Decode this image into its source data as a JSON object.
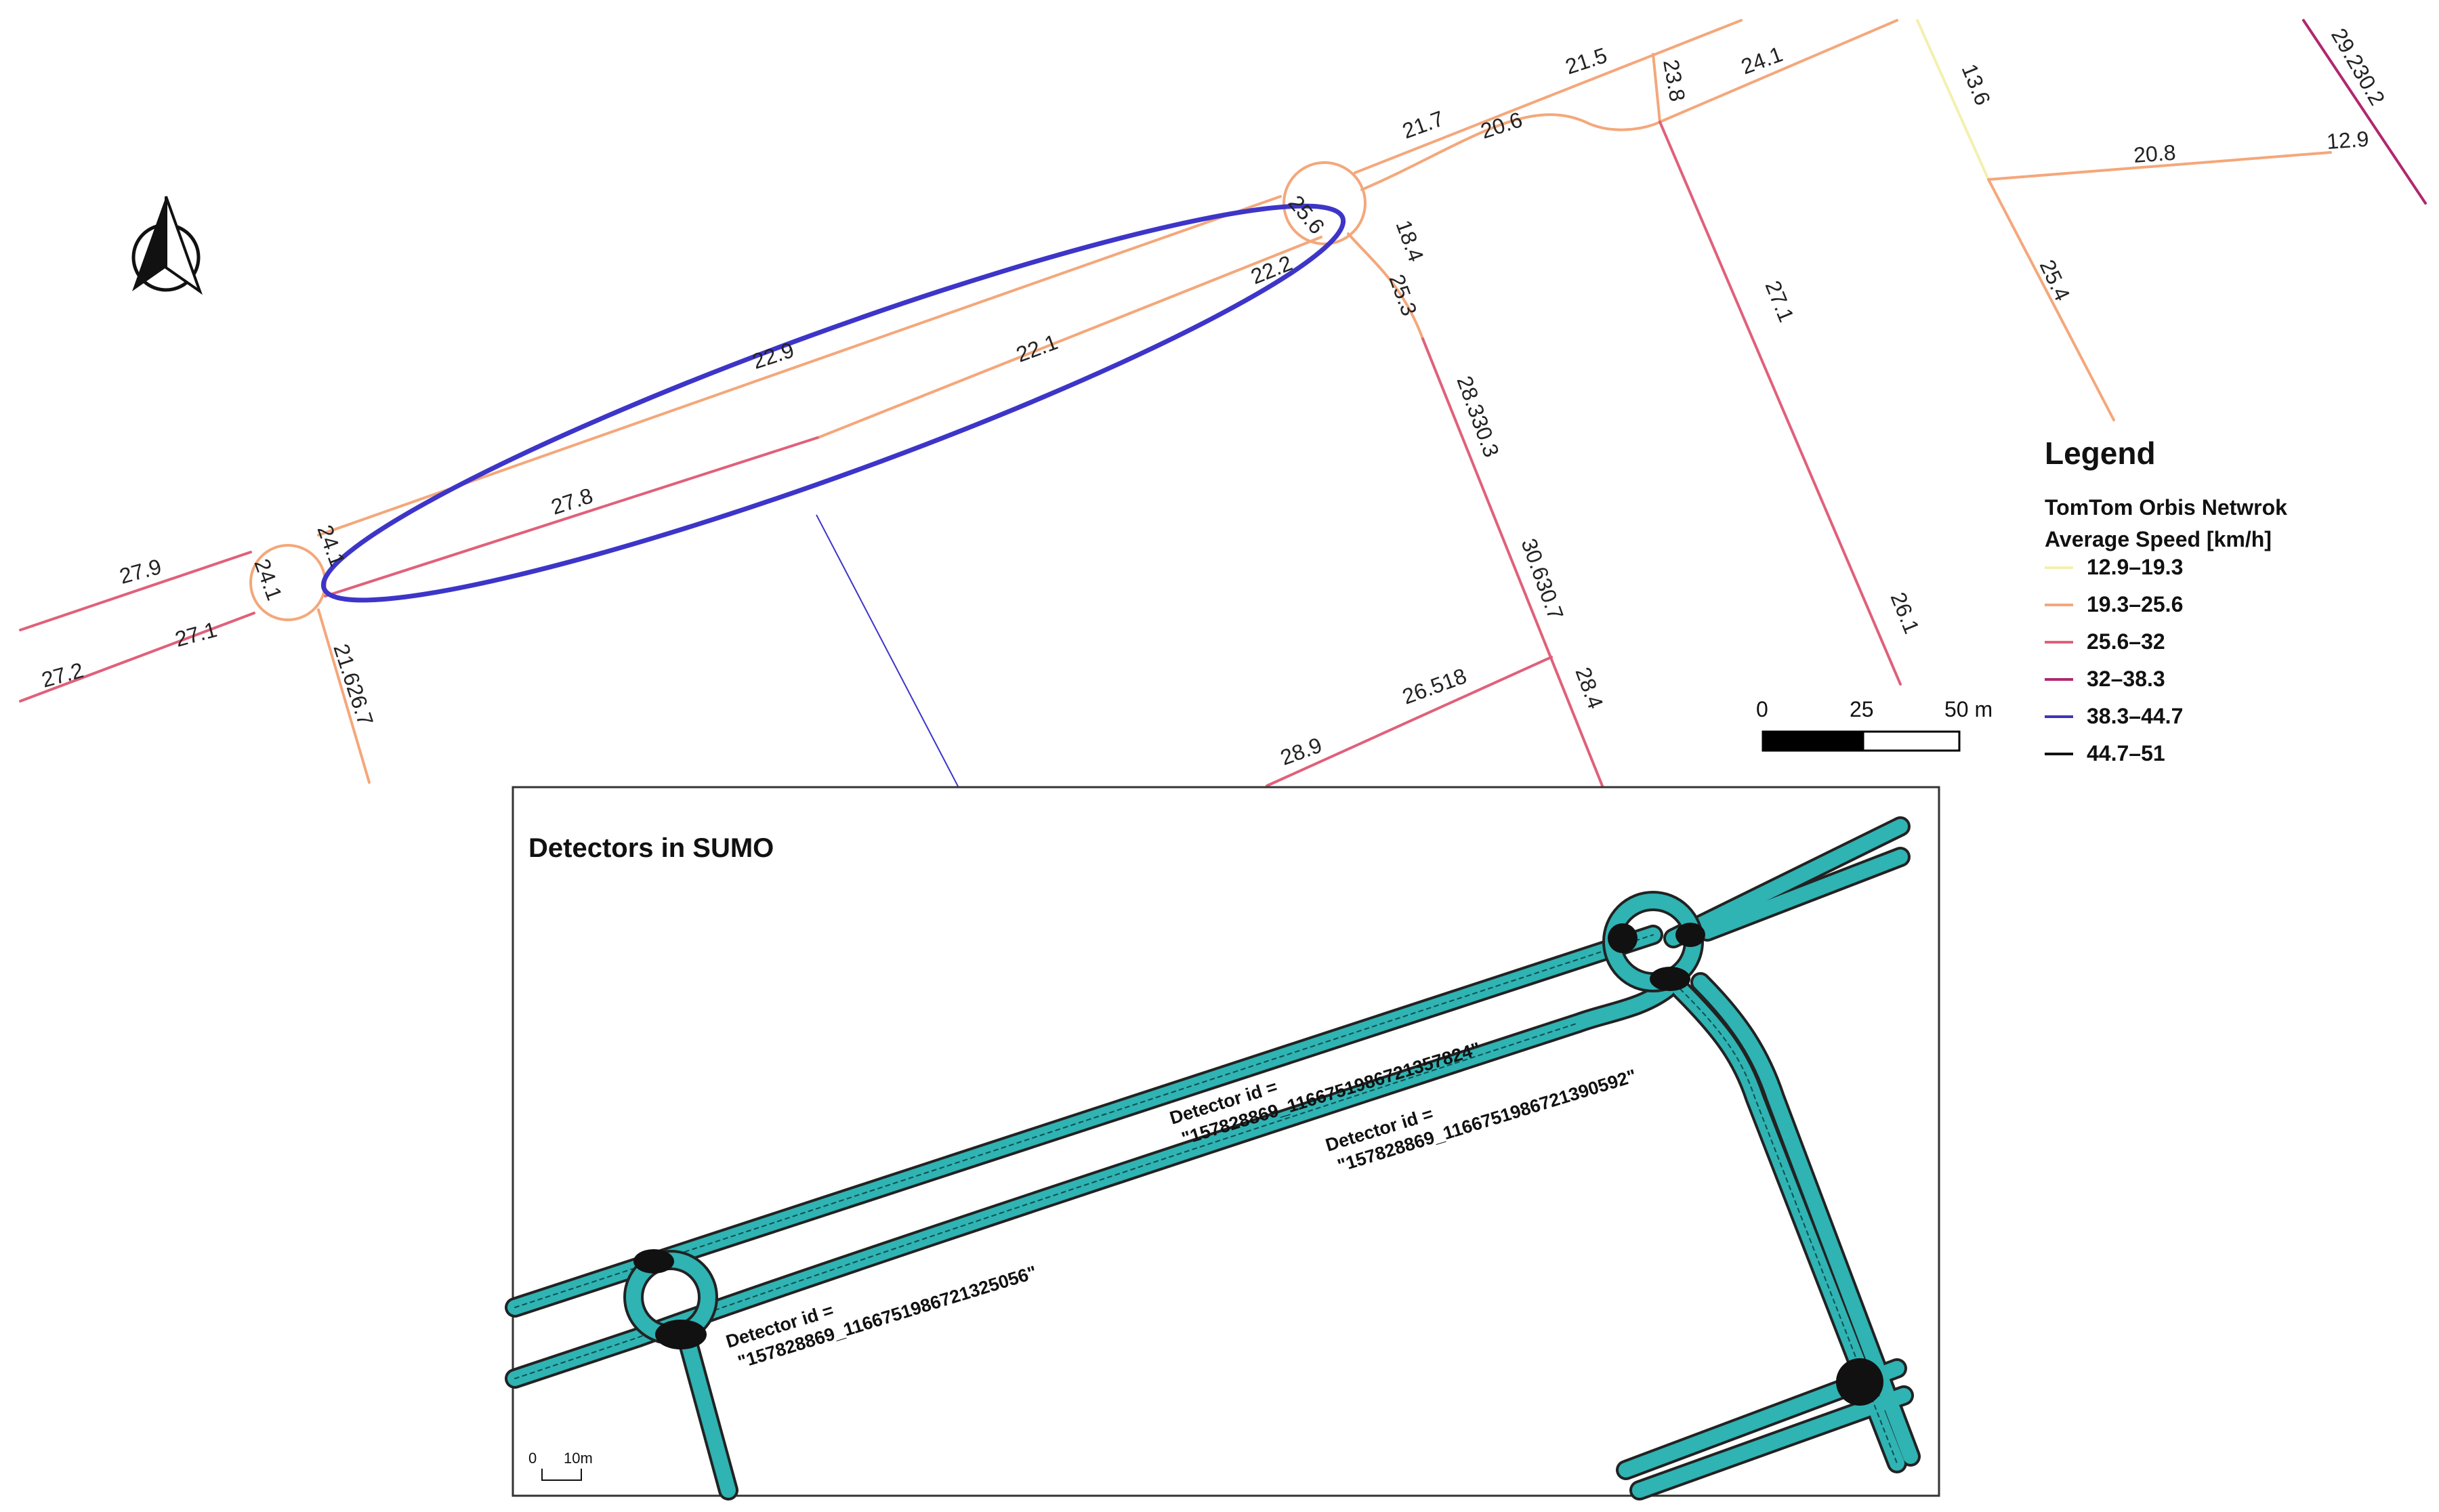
{
  "legend": {
    "title": "Legend",
    "subtitle_line1": "TomTom Orbis Netwrok",
    "subtitle_line2": "Average Speed [km/h]",
    "classes": [
      {
        "label": "12.9–19.3",
        "color": "#f3f0b0"
      },
      {
        "label": "19.3–25.6",
        "color": "#f4a77a"
      },
      {
        "label": "25.6–32",
        "color": "#e0607a"
      },
      {
        "label": "32–38.3",
        "color": "#b0286e"
      },
      {
        "label": "38.3–44.7",
        "color": "#3d35b5"
      },
      {
        "label": "44.7–51",
        "color": "#111111"
      }
    ]
  },
  "scale_bar": {
    "label_0": "0",
    "label_25": "25",
    "label_50": "50 m"
  },
  "north_arrow": {
    "icon": "north-arrow-icon"
  },
  "speed_labels": [
    "27.9",
    "24.1",
    "24.1",
    "27.1",
    "27.2",
    "21.626.7",
    "22.9",
    "27.8",
    "22.1",
    "22.2",
    "25.6",
    "21.7",
    "20.6",
    "21.5",
    "23.8",
    "24.1",
    "18.4",
    "25.3",
    "28.330.3",
    "30.630.7",
    "26.518",
    "28.9",
    "28.4",
    "27.1",
    "26.1",
    "13.6",
    "20.8",
    "12.9",
    "25.4",
    "29.230.2"
  ],
  "inset": {
    "title": "Detectors in SUMO",
    "detectors": [
      {
        "line1": "Detector id =",
        "line2": "\"157828869_1166751986721357824\""
      },
      {
        "line1": "Detector id =",
        "line2": "\"157828869_1166751986721390592\""
      },
      {
        "line1": "Detector id =",
        "line2": "\"157828869_1166751986721325056\""
      }
    ],
    "scale_0": "0",
    "scale_10": "10m",
    "road_color": "#2fb3b3"
  },
  "highlight_color": "#3d35c8"
}
